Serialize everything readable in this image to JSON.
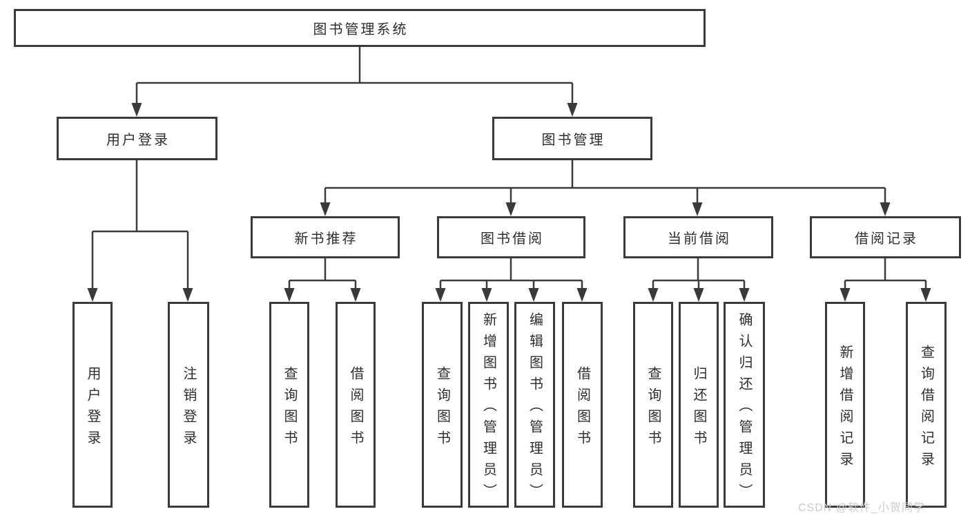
{
  "diagram": {
    "line_color": "#3a3a3a",
    "text_color": "#2e2e2e",
    "box_background": "#ffffff",
    "page_background": "#ffffff",
    "root": {
      "label": "图书管理系统"
    },
    "level2": [
      {
        "label": "用户登录"
      },
      {
        "label": "图书管理"
      }
    ],
    "level3": [
      {
        "label": "新书推荐"
      },
      {
        "label": "图书借阅"
      },
      {
        "label": "当前借阅"
      },
      {
        "label": "借阅记录"
      }
    ],
    "leaves": {
      "user_login": [
        "用户登录",
        "注销登录"
      ],
      "new_book": [
        "查询图书",
        "借阅图书"
      ],
      "book_borrow": [
        "查询图书",
        "新增图书（管理员）",
        "编辑图书（管理员）",
        "借阅图书"
      ],
      "current_borrow": [
        "查询图书",
        "归还图书",
        "确认归还（管理员）"
      ],
      "borrow_record": [
        "新增借阅记录",
        "查询借阅记录"
      ]
    }
  },
  "watermark": {
    "text": "CSDN @软件_小贺同学",
    "color": "#cbcbcb"
  }
}
